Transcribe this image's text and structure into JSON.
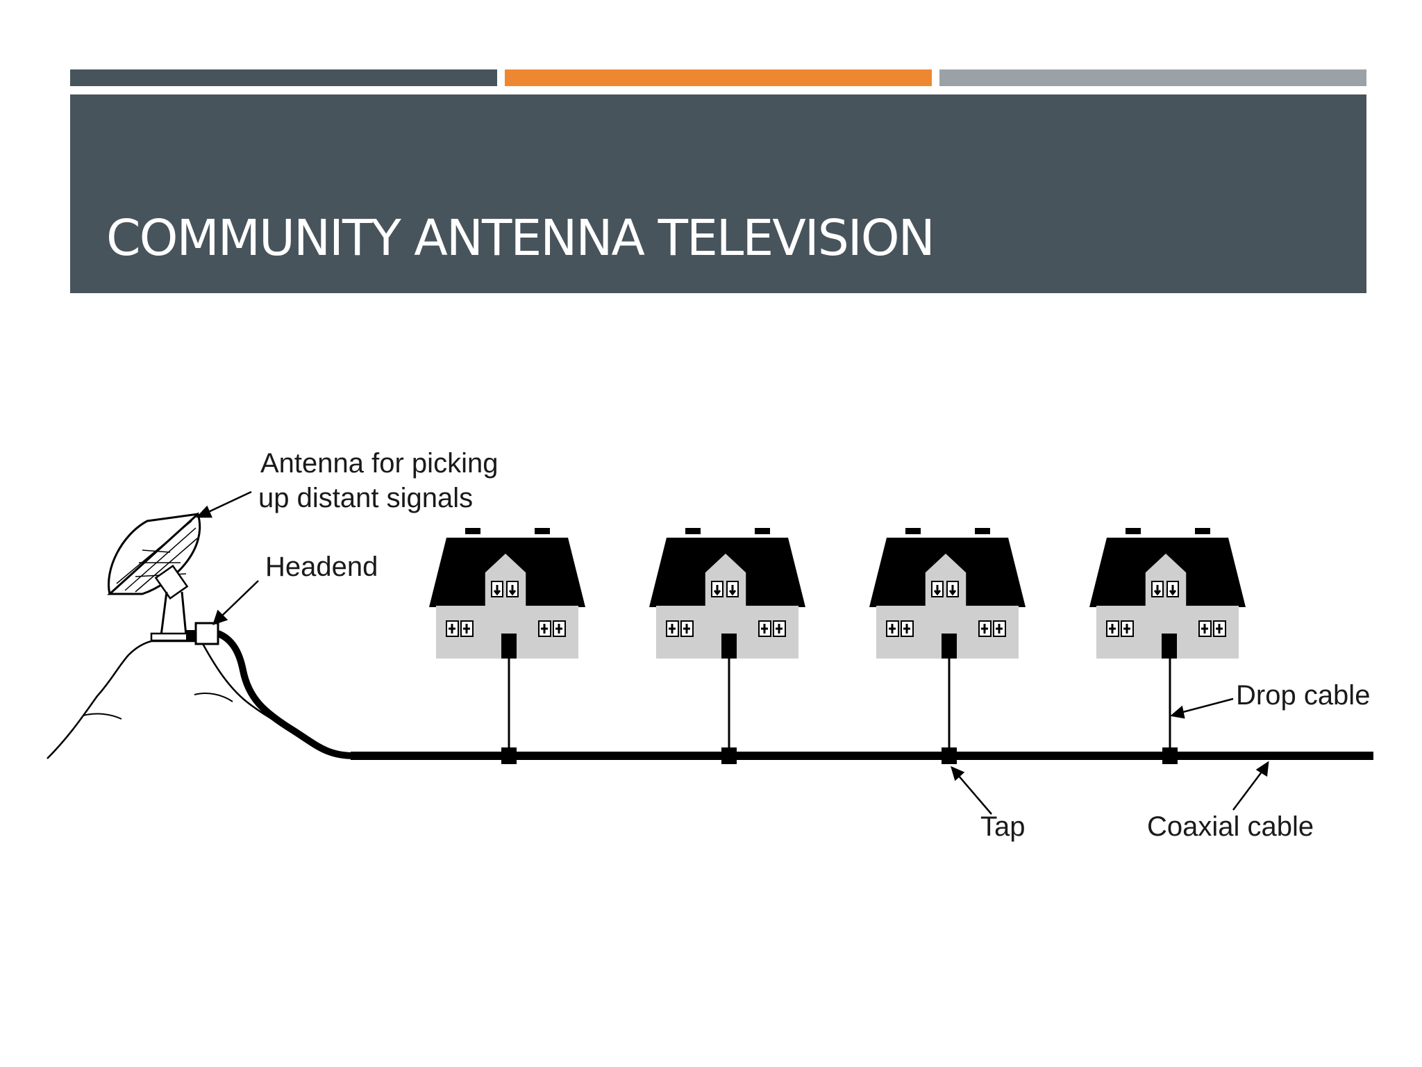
{
  "slide": {
    "title": "COMMUNITY ANTENNA TELEVISION",
    "accent_colors": [
      "#48545b",
      "#ee8830",
      "#9ba2a7"
    ],
    "title_band_color": "#48545b"
  },
  "diagram": {
    "labels": {
      "antenna_line1": "Antenna for picking",
      "antenna_line2": "up distant signals",
      "headend": "Headend",
      "drop_cable": "Drop cable",
      "tap": "Tap",
      "coaxial_cable": "Coaxial cable"
    },
    "house_count": 4
  }
}
